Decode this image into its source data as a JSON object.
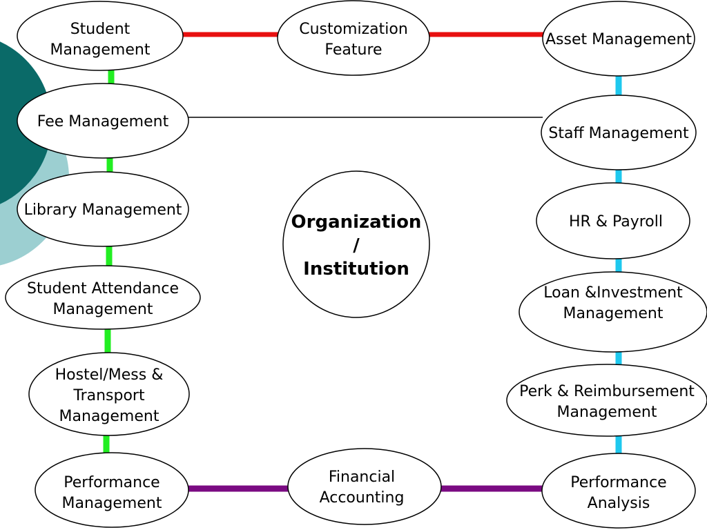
{
  "colors": {
    "teal": "#0a6a68",
    "light_teal": "#9ccfd1",
    "red": "#e81010",
    "green": "#22ee22",
    "cyan": "#1ec8ee",
    "purple": "#7a0a82",
    "thin": "#000000"
  },
  "center": {
    "lines": [
      "Organization",
      "/",
      "Institution"
    ]
  },
  "nodes": {
    "student_management": {
      "lines": [
        "Student",
        "Management"
      ]
    },
    "customization_feature": {
      "lines": [
        "Customization",
        "Feature"
      ]
    },
    "asset_management": {
      "lines": [
        "Asset Management"
      ]
    },
    "fee_management": {
      "lines": [
        "Fee Management"
      ]
    },
    "staff_management": {
      "lines": [
        "Staff Management"
      ]
    },
    "library_management": {
      "lines": [
        "Library Management"
      ]
    },
    "hr_payroll": {
      "lines": [
        "HR & Payroll"
      ]
    },
    "student_attendance": {
      "lines": [
        "Student Attendance",
        "Management"
      ]
    },
    "loan_investment": {
      "lines": [
        "Loan &Investment",
        "Management"
      ]
    },
    "hostel_mess_transport": {
      "lines": [
        "Hostel/Mess &",
        "Transport",
        "Management"
      ]
    },
    "perk_reimbursement": {
      "lines": [
        "Perk & Reimbursement",
        "Management"
      ]
    },
    "performance_management": {
      "lines": [
        "Performance",
        "Management"
      ]
    },
    "financial_accounting": {
      "lines": [
        "Financial",
        "Accounting"
      ]
    },
    "performance_analysis": {
      "lines": [
        "Performance",
        "Analysis"
      ]
    }
  }
}
